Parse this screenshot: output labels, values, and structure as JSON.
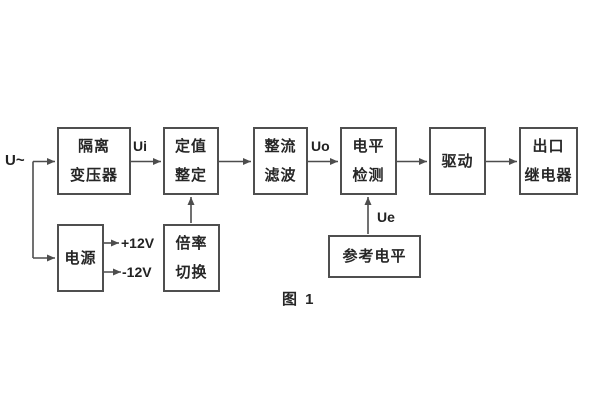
{
  "figure": {
    "caption": "图 1",
    "blocks": {
      "isolation_transformer": {
        "lines": [
          "隔离",
          "变压器"
        ]
      },
      "setting": {
        "lines": [
          "定值",
          "整定"
        ]
      },
      "rectifier_filter": {
        "lines": [
          "整流",
          "滤波"
        ]
      },
      "level_detection": {
        "lines": [
          "电平",
          "检测"
        ]
      },
      "drive": {
        "lines": [
          "驱动"
        ]
      },
      "output_relay": {
        "lines": [
          "出口",
          "继电器"
        ]
      },
      "power": {
        "lines": [
          "电源"
        ]
      },
      "ratio_switch": {
        "lines": [
          "倍率",
          "切换"
        ]
      },
      "reference_level": {
        "lines": [
          "参考电平"
        ]
      }
    },
    "signals": {
      "input": "U~",
      "ui": "Ui",
      "uo": "Uo",
      "ue": "Ue",
      "plus_12v": "+12V",
      "minus_12v": "-12V"
    },
    "colors": {
      "line": "#4d4d4d",
      "text": "#262626",
      "background": "#ffffff"
    }
  }
}
